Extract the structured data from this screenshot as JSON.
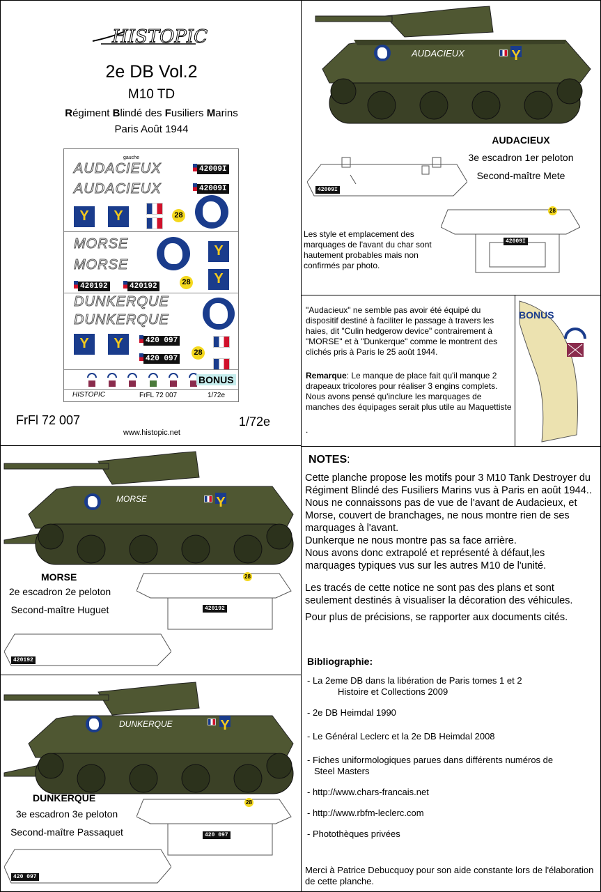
{
  "header": {
    "logo": "HISTOPIC",
    "title": "2e DB  Vol.2",
    "subtitle": "M10 TD",
    "regiment_parts": [
      {
        "b": "R",
        "r": "égiment "
      },
      {
        "b": "B",
        "r": "lindé des "
      },
      {
        "b": "F",
        "r": "usiliers "
      },
      {
        "b": "M",
        "r": "arins"
      }
    ],
    "date": "Paris Août 1944",
    "ref": "FrFl 72 007",
    "scale": "1/72e",
    "website": "www.histopic.net"
  },
  "sheet": {
    "gauche": "gauche",
    "names": [
      "AUDACIEUX",
      "AUDACIEUX",
      "MORSE",
      "MORSE",
      "DUNKERQUE",
      "DUNKERQUE"
    ],
    "plates": [
      "42009I",
      "42009I",
      "420192",
      "420192",
      "420  097",
      "420  097"
    ],
    "num28": "28",
    "bonus": "BONUS",
    "footer_logo": "HISTOPIC",
    "footer_ref": "FrFL 72 007",
    "footer_scale": "1/72e"
  },
  "audacieux": {
    "tank_name": "AUDACIEUX",
    "name": "AUDACIEUX",
    "unit": "3e escadron 1er peloton",
    "commander": "Second-maître Mete",
    "plate": "42009I",
    "num28": "28",
    "note": "Les style et emplacement des marquages de l'avant du char sont hautement probables mais non confirmés par photo."
  },
  "remarks": {
    "p1": "\"Audacieux\" ne semble pas avoir été équipé du dispositif destiné à faciliter le passage à travers les haies, dit \"Culin hedgerow device\" contrairement à \"MORSE\" et à \"Dunkerque\" comme le montrent des clichés pris à Paris le 25 août 1944.",
    "remarque_label": "Remarque",
    "p2": ": Le manque de place fait qu'il manque 2 drapeaux tricolores pour réaliser 3 engins complets. Nous avons pensé qu'inclure les marquages de manches des équipages serait plus utile au Maquettiste",
    "p3": ".",
    "bonus": "BONUS"
  },
  "morse": {
    "tank_name": "MORSE",
    "name": "MORSE",
    "unit": "2e escadron 2e peloton",
    "commander": "Second-maître Huguet",
    "plate": "420192",
    "num28": "28"
  },
  "dunkerque": {
    "tank_name": "DUNKERQUE",
    "name": "DUNKERQUE",
    "unit": "3e escadron 3e peloton",
    "commander": "Second-maître Passaquet",
    "plate": "420  097",
    "num28": "28"
  },
  "notes": {
    "title": "NOTES",
    "colon": ":",
    "p1": "Cette planche propose les motifs pour 3 M10 Tank Destroyer du Régiment Blindé des Fusiliers Marins vus à Paris en août 1944..",
    "p2": "Nous ne connaissons pas de vue de l'avant de Audacieux, et Morse, couvert de branchages, ne nous montre rien de ses marquages à l'avant.",
    "p3": "Dunkerque ne nous montre pas sa face arrière.",
    "p4": "Nous avons donc extrapolé et représenté à défaut,les marquages typiques vus sur les autres M10 de l'unité.",
    "p5": "Les tracés de cette notice ne sont pas des plans et sont seulement destinés à visualiser la décoration des véhicules.",
    "p6": "Pour plus de précisions, se rapporter aux documents cités.",
    "biblio_title": "Bibliographie:",
    "biblio": [
      "- La 2eme DB dans la libération de Paris tomes 1 et 2",
      "Histoire et Collections 2009",
      "- 2e DB    Heimdal 1990",
      "- Le Général Leclerc et la 2e DB  Heimdal  2008",
      "- Fiches uniformologiques parues dans différents numéros de",
      "Steel Masters",
      "- http://www.chars-francais.net",
      "- http://www.rbfm-leclerc.com",
      "- Photothèques privées"
    ],
    "thanks": "Merci à Patrice Debucquoy pour son aide constante lors de l'élaboration de cette planche."
  },
  "colors": {
    "olive": "#4f5732",
    "olive_dark": "#3b4126",
    "navy": "#1a3c8c",
    "yellow": "#f4c91d",
    "red": "#d0112b",
    "sleeve": "#ece2b0"
  }
}
